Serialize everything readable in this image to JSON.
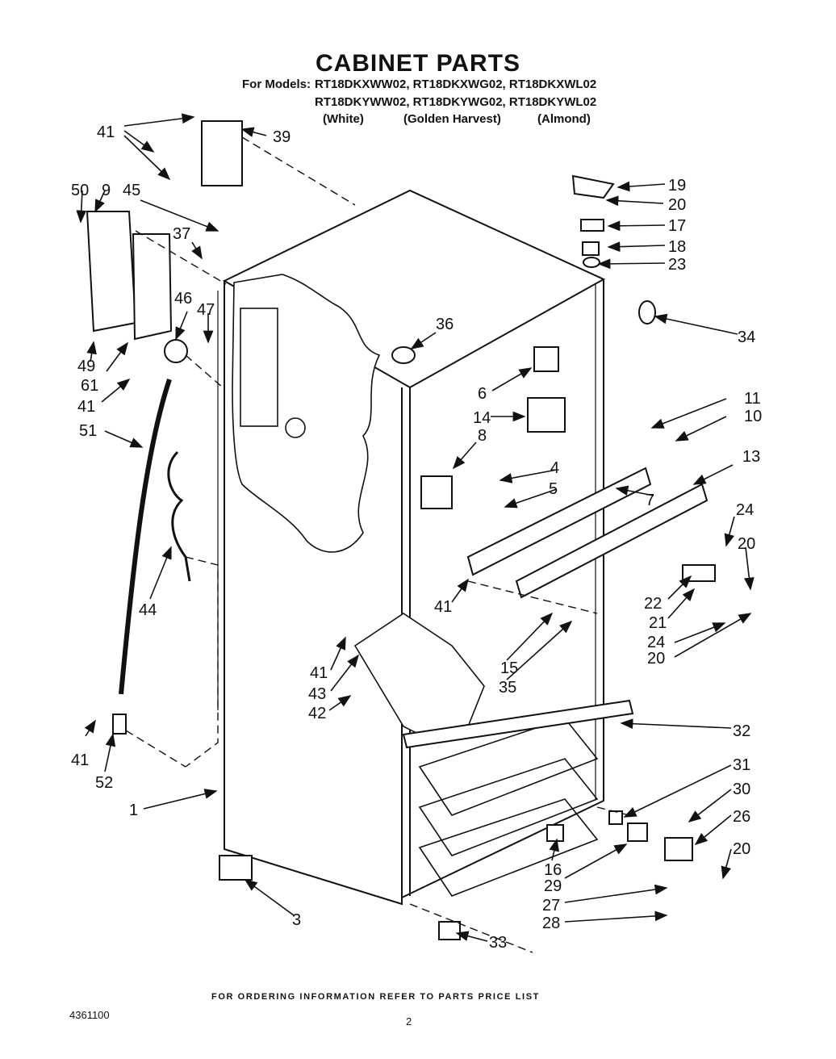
{
  "title": "CABINET PARTS",
  "models_label": "For Models:",
  "models_line1": "RT18DKXWW02, RT18DKXWG02, RT18DKXWL02",
  "models_line2": "RT18DKYWW02, RT18DKYWG02, RT18DKYWL02",
  "colors": {
    "white": "(White)",
    "golden": "(Golden Harvest)",
    "almond": "(Almond)"
  },
  "callouts": {
    "c41a": "41",
    "c39": "39",
    "c50": "50",
    "c9": "9",
    "c45": "45",
    "c37": "37",
    "c46": "46",
    "c47": "47",
    "c49": "49",
    "c61": "61",
    "c41b": "41",
    "c51": "51",
    "c44": "44",
    "c41c": "41",
    "c52": "52",
    "c1": "1",
    "c3": "3",
    "c33": "33",
    "c19": "19",
    "c20a": "20",
    "c17": "17",
    "c18": "18",
    "c23": "23",
    "c34": "34",
    "c36": "36",
    "c6": "6",
    "c14": "14",
    "c8": "8",
    "c4": "4",
    "c5": "5",
    "c7": "7",
    "c11": "11",
    "c10": "10",
    "c13": "13",
    "c24a": "24",
    "c20b": "20",
    "c22": "22",
    "c21": "21",
    "c24b": "24",
    "c20c": "20",
    "c41d": "41",
    "c15": "15",
    "c35": "35",
    "c41e": "41",
    "c43": "43",
    "c42": "42",
    "c32": "32",
    "c31": "31",
    "c30": "30",
    "c26": "26",
    "c20d": "20",
    "c16": "16",
    "c29": "29",
    "c27": "27",
    "c28": "28"
  },
  "footer": "FOR ORDERING INFORMATION REFER TO PARTS PRICE LIST",
  "doc_number": "4361100",
  "page_number": "2"
}
